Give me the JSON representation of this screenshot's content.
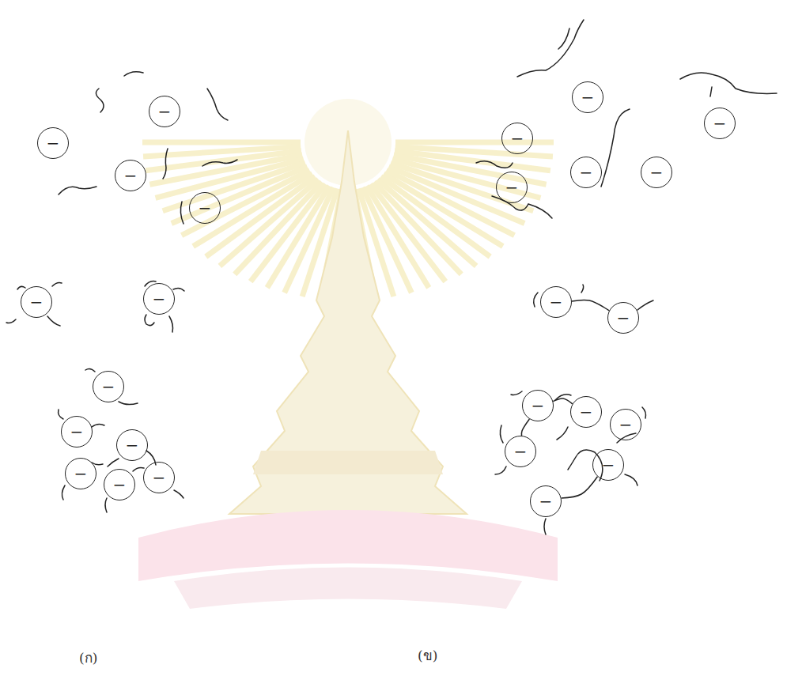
{
  "diagram": {
    "nodes": [
      {
        "text": [
          "−"
        ]
      },
      {
        "text": [
          "−"
        ]
      },
      {
        "text": [
          "−"
        ]
      },
      {
        "text": [
          "−"
        ]
      },
      {
        "text": [
          "−"
        ]
      },
      {
        "text": [
          "−"
        ]
      },
      {
        "text": [
          "−"
        ]
      },
      {
        "text": [
          "−"
        ]
      },
      {
        "text": [
          "−"
        ]
      },
      {
        "text": [
          "−"
        ]
      },
      {
        "text": [
          "−"
        ]
      },
      {
        "text": [
          "−"
        ]
      },
      {
        "text": [
          "−"
        ]
      },
      {
        "text": [
          "−"
        ]
      },
      {
        "text": [
          "−"
        ]
      },
      {
        "text": [
          "−"
        ]
      },
      {
        "text": [
          "−"
        ]
      },
      {
        "text": [
          "−"
        ]
      },
      {
        "text": [
          "−"
        ]
      },
      {
        "text": [
          "−"
        ]
      },
      {
        "text": [
          "−"
        ]
      },
      {
        "text": [
          "−"
        ]
      },
      {
        "text": [
          "−"
        ]
      },
      {
        "text": [
          "−"
        ]
      },
      {
        "text": [
          "−"
        ]
      },
      {
        "text": [
          "−"
        ]
      }
    ],
    "edges": [
      {
        "from": 18,
        "to": 19,
        "arrow": "none"
      },
      {
        "from": 20,
        "to": 23,
        "arrow": "none"
      },
      {
        "from": 20,
        "to": 21,
        "arrow": "none"
      },
      {
        "from": 25,
        "to": 24,
        "arrow": "none"
      }
    ],
    "labels": [
      "(ก)",
      "(ข)"
    ]
  }
}
